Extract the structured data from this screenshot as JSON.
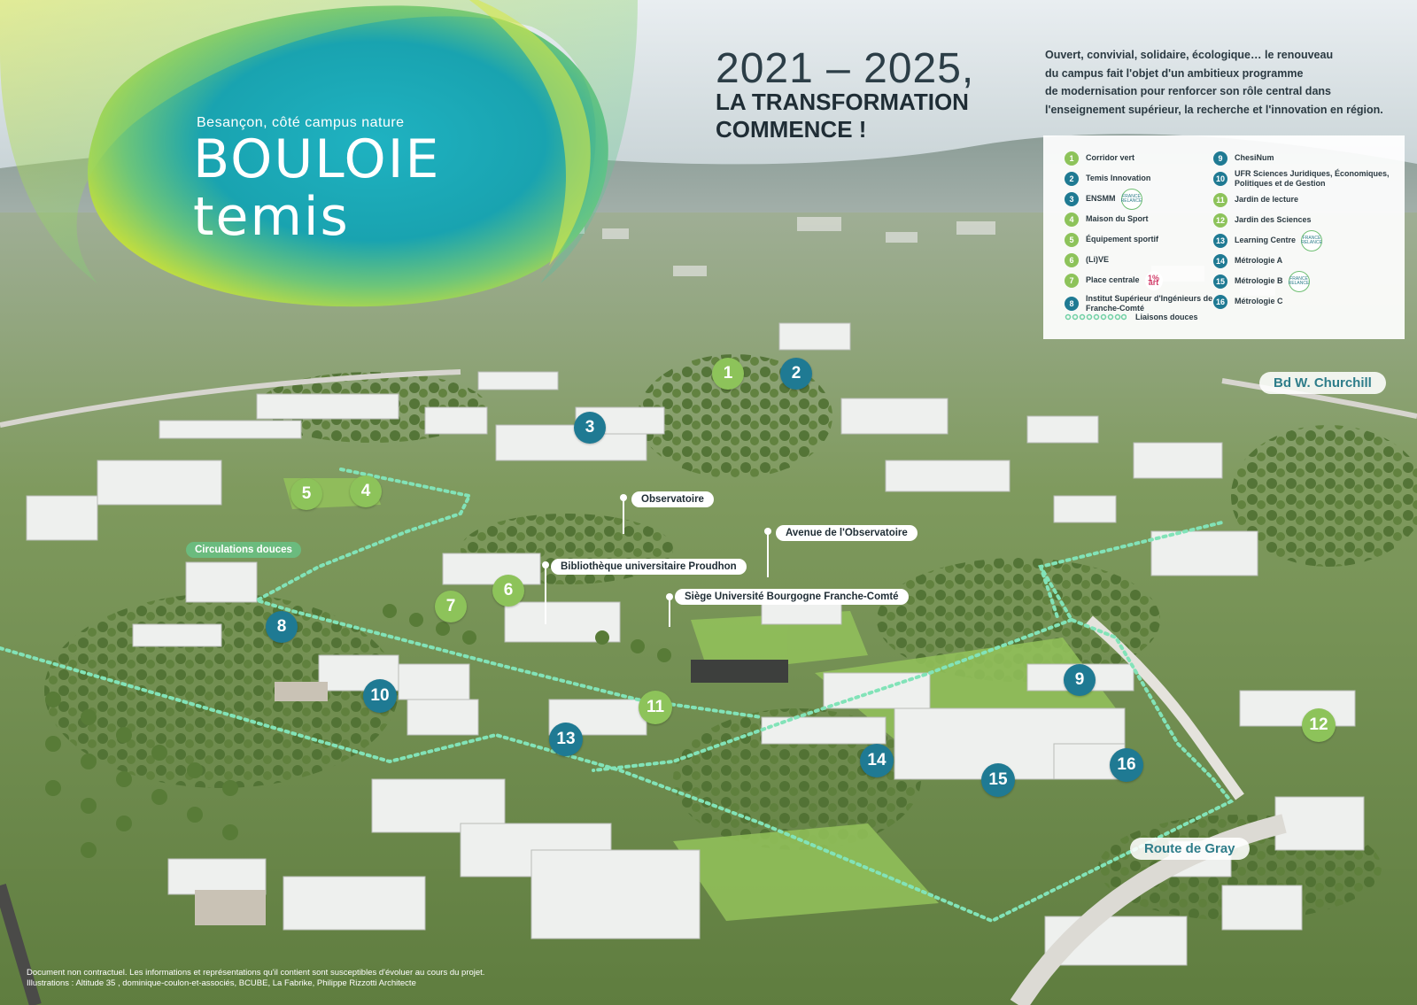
{
  "header": {
    "years": "2021 – 2025,",
    "headline_line1": "LA TRANSFORMATION",
    "headline_line2": "COMMENCE !",
    "intro_line1": "Ouvert, convivial, solidaire, écologique… le renouveau",
    "intro_line2": "du campus fait l'objet d'un ambitieux programme",
    "intro_line3": "de modernisation pour renforcer son rôle central dans",
    "intro_line4": "l'enseignement supérieur, la recherche et l'innovation en région."
  },
  "logo": {
    "tagline": "Besançon, côté campus nature",
    "word1": "BOULOIE",
    "word2": "temis"
  },
  "legend": {
    "left_items": [
      {
        "num": "1",
        "label": "Corridor vert",
        "color": "green"
      },
      {
        "num": "2",
        "label": "Temis Innovation",
        "color": "blue"
      },
      {
        "num": "3",
        "label": "ENSMM",
        "color": "blue",
        "badge": "FRANCE RELANCE"
      },
      {
        "num": "4",
        "label": "Maison du Sport",
        "color": "green"
      },
      {
        "num": "5",
        "label": "Équipement sportif",
        "color": "green"
      },
      {
        "num": "6",
        "label": "(Li)VE",
        "color": "green"
      },
      {
        "num": "7",
        "label": "Place centrale",
        "color": "green",
        "badge_art": "1% art"
      },
      {
        "num": "8",
        "label": "Institut Supérieur d'Ingénieurs de Franche-Comté",
        "color": "blue"
      }
    ],
    "right_items": [
      {
        "num": "9",
        "label": "ChesiNum",
        "color": "blue"
      },
      {
        "num": "10",
        "label": "UFR Sciences Juridiques, Économiques, Politiques et de Gestion",
        "color": "blue"
      },
      {
        "num": "11",
        "label": "Jardin de lecture",
        "color": "green"
      },
      {
        "num": "12",
        "label": "Jardin des Sciences",
        "color": "green"
      },
      {
        "num": "13",
        "label": "Learning Centre",
        "color": "blue",
        "badge": "FRANCE RELANCE"
      },
      {
        "num": "14",
        "label": "Métrologie A",
        "color": "blue"
      },
      {
        "num": "15",
        "label": "Métrologie B",
        "color": "blue",
        "badge": "FRANCE RELANCE"
      },
      {
        "num": "16",
        "label": "Métrologie C",
        "color": "blue"
      }
    ],
    "liaisons_label": "Liaisons douces"
  },
  "colors": {
    "green": "#8dc35a",
    "blue": "#1f7a93",
    "path": "#7fe0b4"
  },
  "markers": {
    "m1": "1",
    "m2": "2",
    "m3": "3",
    "m4": "4",
    "m5": "5",
    "m6": "6",
    "m7": "7",
    "m8": "8",
    "m9": "9",
    "m10": "10",
    "m11": "11",
    "m12": "12",
    "m13": "13",
    "m14": "14",
    "m15": "15",
    "m16": "16"
  },
  "places": {
    "observatoire": "Observatoire",
    "avenue": "Avenue de l'Observatoire",
    "bibliotheque": "Bibliothèque universitaire Proudhon",
    "siege": "Siège Université Bourgogne Franche-Comté",
    "circulations": "Circulations douces",
    "churchill": "Bd W. Churchill",
    "gray": "Route de Gray"
  },
  "footer": {
    "line1": "Document non contractuel. Les informations et représentations qu'il contient sont susceptibles d'évoluer au cours du projet.",
    "line2": "Illustrations : Altitude 35 , dominique-coulon-et-associés, BCUBE, La Fabrike, Philippe Rizzotti Architecte"
  }
}
